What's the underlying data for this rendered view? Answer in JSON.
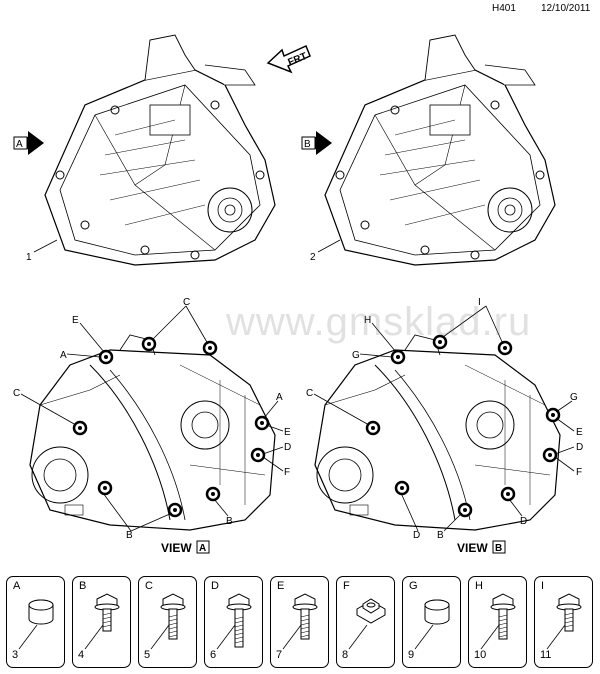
{
  "header": {
    "code": "H401",
    "date": "12/10/2011"
  },
  "watermark": "www.gmsklad.ru",
  "views": {
    "a": {
      "marker": "A",
      "title": "VIEW",
      "box_letter": "A",
      "callout": "1",
      "labels": [
        "E",
        "C",
        "A",
        "C",
        "A",
        "E",
        "D",
        "F",
        "B",
        "B"
      ]
    },
    "b": {
      "marker": "B",
      "title": "VIEW",
      "box_letter": "B",
      "callout": "2",
      "labels": [
        "H",
        "I",
        "G",
        "C",
        "G",
        "E",
        "D",
        "F",
        "D",
        "B",
        "D"
      ]
    }
  },
  "front_arrow": "FRT",
  "parts": [
    {
      "letter": "A",
      "number": "3",
      "kind": "plug"
    },
    {
      "letter": "B",
      "number": "4",
      "kind": "bolt-short"
    },
    {
      "letter": "C",
      "number": "5",
      "kind": "bolt-medium"
    },
    {
      "letter": "D",
      "number": "6",
      "kind": "bolt-long"
    },
    {
      "letter": "E",
      "number": "7",
      "kind": "bolt-medium"
    },
    {
      "letter": "F",
      "number": "8",
      "kind": "nut"
    },
    {
      "letter": "G",
      "number": "9",
      "kind": "plug"
    },
    {
      "letter": "H",
      "number": "10",
      "kind": "bolt-medium"
    },
    {
      "letter": "I",
      "number": "11",
      "kind": "bolt-short"
    }
  ]
}
